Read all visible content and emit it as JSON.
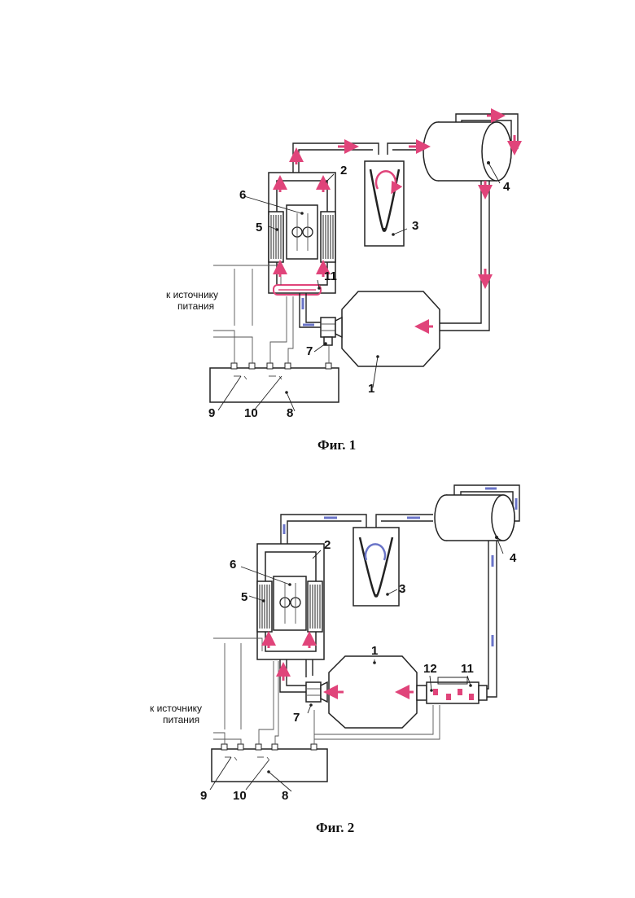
{
  "colors": {
    "hot": "#e0447a",
    "cold": "#6a74c8",
    "ink": "#222222"
  },
  "fig1": {
    "caption": "Фиг. 1",
    "power_label_line1": "к источнику",
    "power_label_line2": "питания",
    "labels": {
      "n1": "1",
      "n2": "2",
      "n3": "3",
      "n4": "4",
      "n5": "5",
      "n6": "6",
      "n7": "7",
      "n8": "8",
      "n9": "9",
      "n10": "10",
      "n11": "11"
    }
  },
  "fig2": {
    "caption": "Фиг. 2",
    "power_label_line1": "к источнику",
    "power_label_line2": "питания",
    "labels": {
      "n1": "1",
      "n2": "2",
      "n3": "3",
      "n4": "4",
      "n5": "5",
      "n6": "6",
      "n7": "7",
      "n8": "8",
      "n9": "9",
      "n10": "10",
      "n11": "11",
      "n12": "12"
    }
  }
}
